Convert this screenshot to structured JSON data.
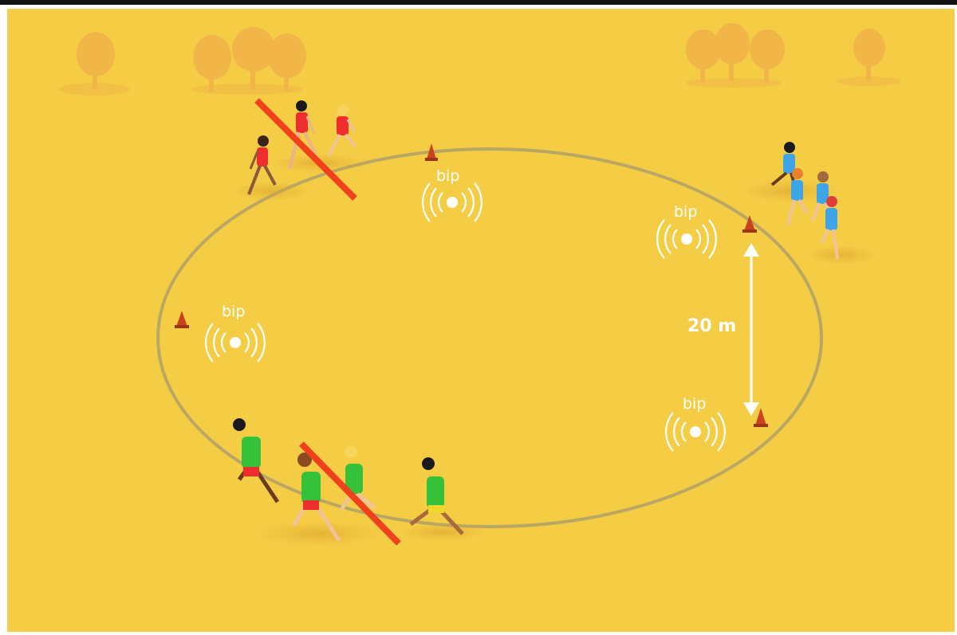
{
  "colors": {
    "field": "#f5cd45",
    "track": "#a49a6e",
    "cone": "#c8431f",
    "strike": "#f0411e",
    "tree": "#f1b04a",
    "team_red": "#ee2e2e",
    "team_blue": "#3ea6e6",
    "team_green": "#35c23a"
  },
  "icons": {
    "beeper": "beeper-icon",
    "cone": "cone-icon",
    "strike": "cross-out-line"
  },
  "beeper_label": "bip",
  "distance_label": "20 m",
  "teams": [
    {
      "name": "red",
      "runners": 3,
      "eliminated": true
    },
    {
      "name": "blue",
      "runners": 4,
      "eliminated": false
    },
    {
      "name": "green",
      "runners": 4,
      "eliminated": true
    }
  ]
}
